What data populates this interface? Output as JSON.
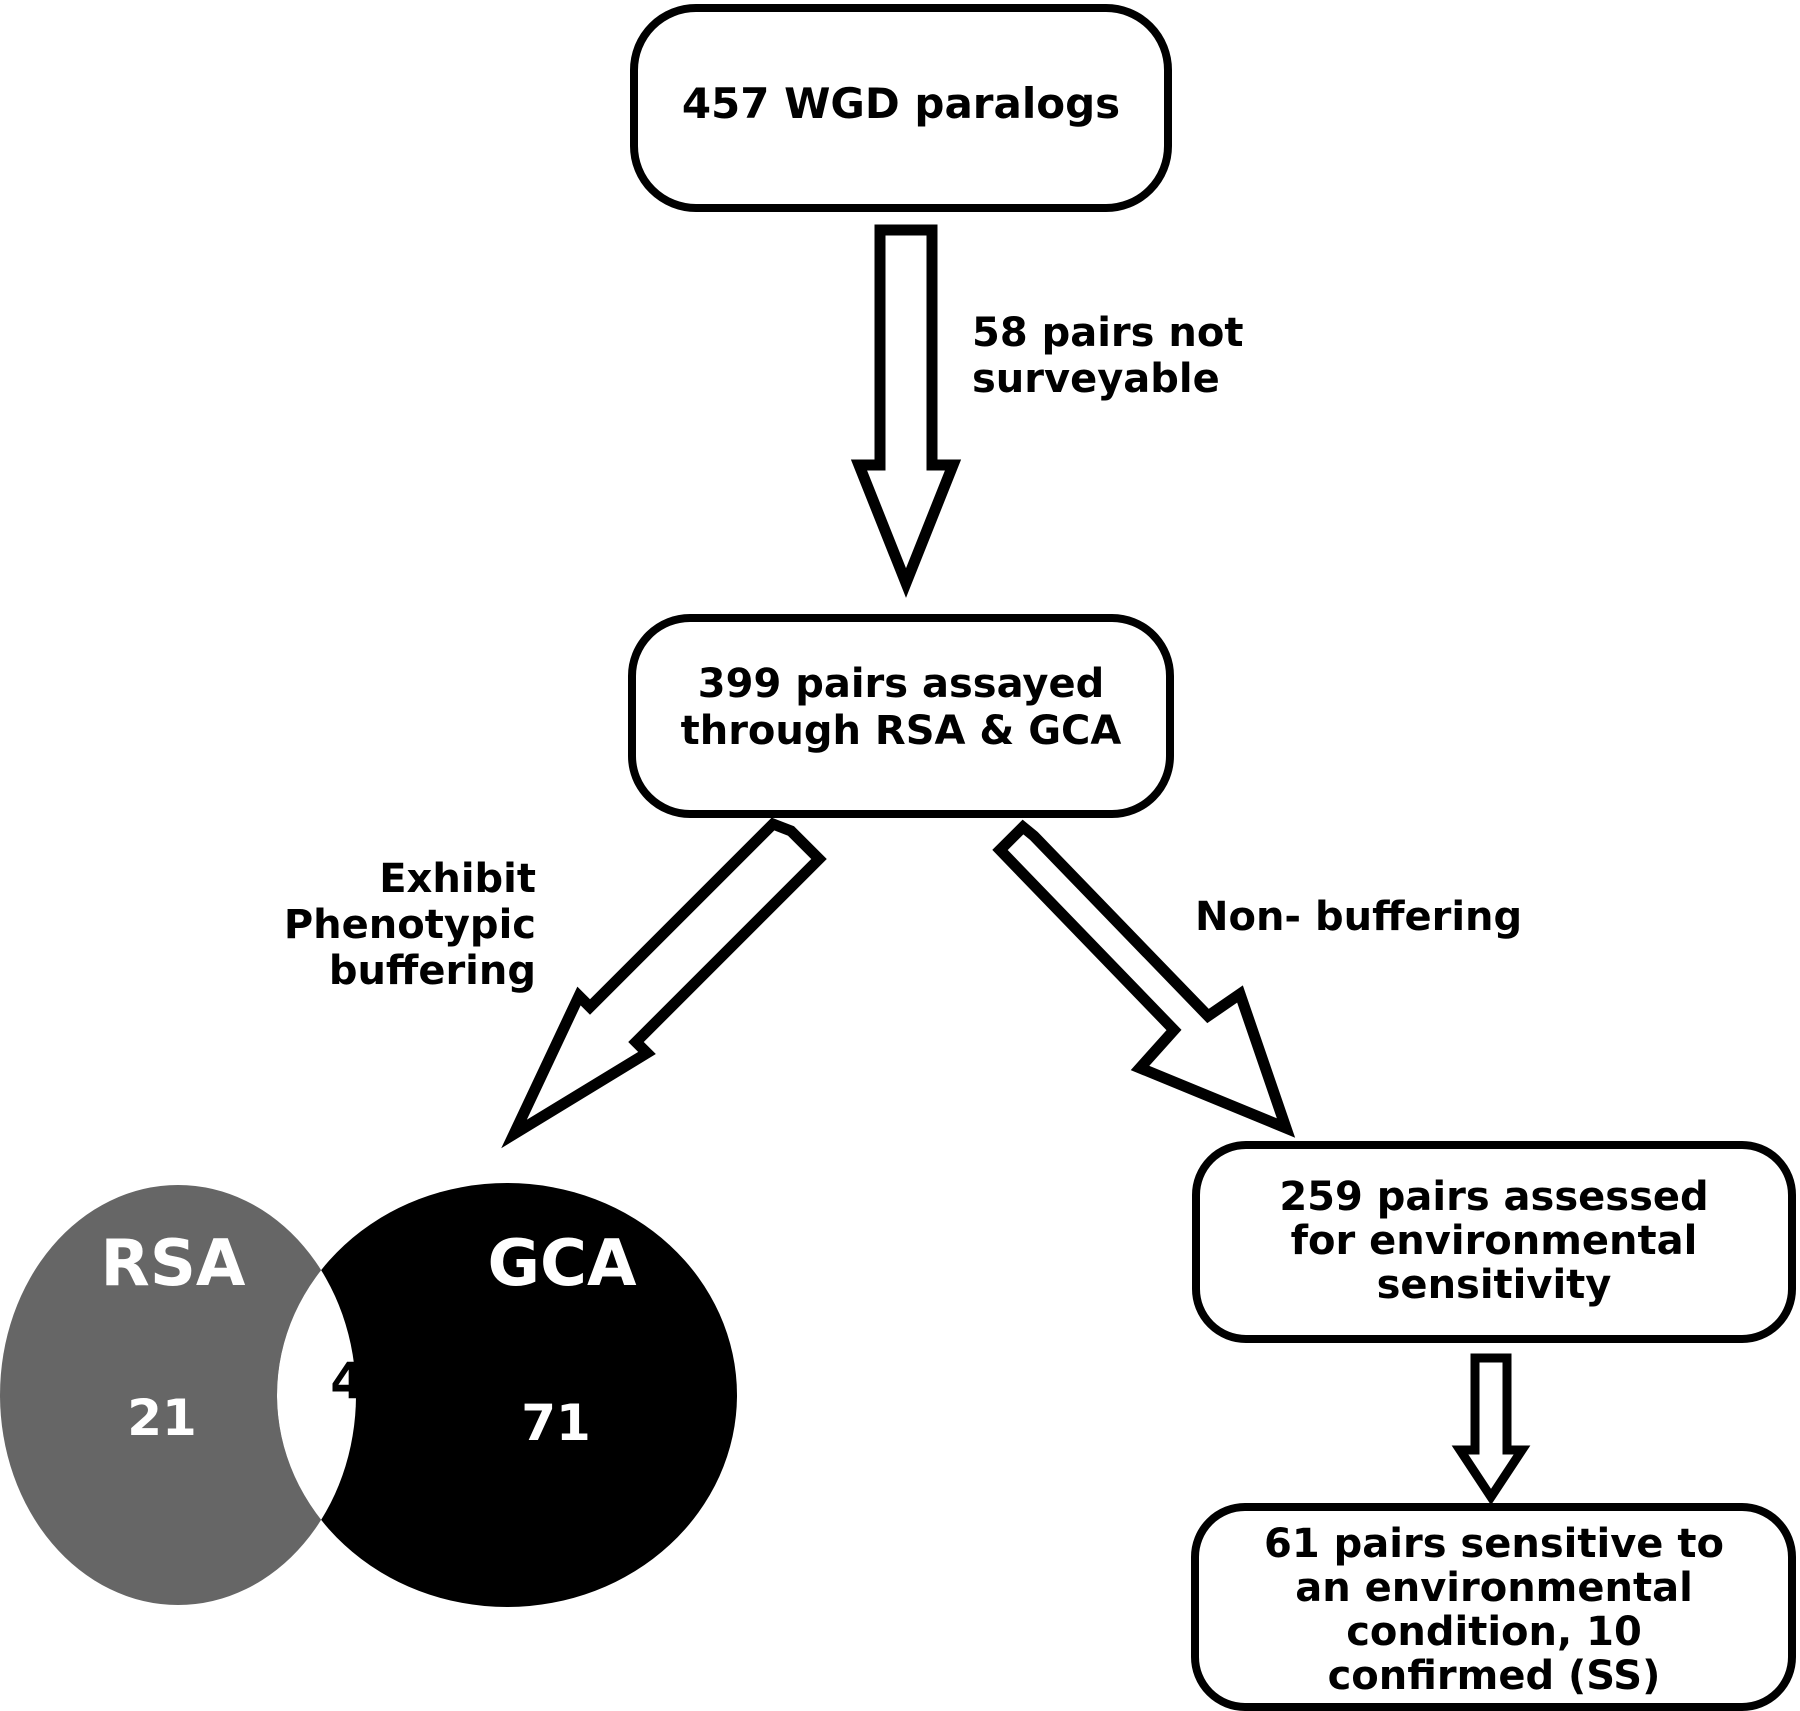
{
  "diagram": {
    "type": "flowchart",
    "nodes": {
      "wgd_paralogs": {
        "lines": [
          "457 WGD paralogs"
        ]
      },
      "assayed": {
        "lines": [
          "399 pairs assayed",
          "through RSA & GCA"
        ]
      },
      "env_assessed": {
        "lines": [
          "259 pairs assessed",
          "for environmental",
          "sensitivity"
        ]
      },
      "env_sensitive": {
        "lines": [
          "61 pairs sensitive to",
          "an environmental",
          "condition, 10",
          "confirmed (SS)"
        ]
      }
    },
    "edges": {
      "not_surveyable": {
        "from": "wgd_paralogs",
        "to": "assayed",
        "lines": [
          "58 pairs not",
          "surveyable"
        ]
      },
      "buffering": {
        "from": "assayed",
        "to": "venn",
        "lines": [
          "Exhibit",
          "Phenotypic",
          "buffering"
        ]
      },
      "non_buffering": {
        "from": "assayed",
        "to": "env_assessed",
        "lines": [
          "Non- buffering"
        ]
      },
      "to_sensitive": {
        "from": "env_assessed",
        "to": "env_sensitive",
        "lines": []
      }
    },
    "venn": {
      "sets": [
        {
          "name": "RSA",
          "only": "21",
          "color": "#666666"
        },
        {
          "name": "GCA",
          "only": "71",
          "color": "#000000"
        }
      ],
      "intersection": "48",
      "intersection_color": "#ffffff"
    }
  }
}
